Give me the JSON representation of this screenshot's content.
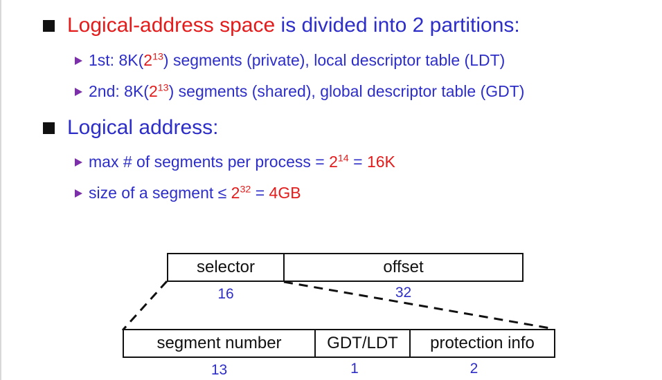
{
  "bullets": [
    {
      "heading_red": "Logical-address space",
      "heading_rest": " is divided into 2 partitions:",
      "subs": [
        {
          "pre": "1st: 8K(",
          "base": "2",
          "exp": "13",
          "post": ") segments (private), local descriptor table (LDT)"
        },
        {
          "pre": "2nd: 8K(",
          "base": "2",
          "exp": "13",
          "post": ") segments (shared), global descriptor table (GDT)"
        }
      ]
    },
    {
      "heading": "Logical address:",
      "subs": [
        {
          "pre": "max # of segments per process = ",
          "base": "2",
          "exp": "14",
          "post": " = ",
          "red_value": "16K"
        },
        {
          "pre": "size of a segment ",
          "leq": "≤",
          "base": "2",
          "exp": "32",
          "post": " = ",
          "red_value": "4GB"
        }
      ]
    }
  ],
  "diagram": {
    "top": [
      {
        "label": "selector",
        "bits": "16"
      },
      {
        "label": "offset",
        "bits": "32"
      }
    ],
    "bottom": [
      {
        "label": "segment number",
        "bits": "13"
      },
      {
        "label": "GDT/LDT",
        "bits": "1"
      },
      {
        "label": "protection info",
        "bits": "2"
      }
    ]
  },
  "colors": {
    "text_blue": "#2d2dc8",
    "highlight_red": "#e31b1b",
    "arrow_purple": "#7b2fa8",
    "border": "#111111"
  }
}
